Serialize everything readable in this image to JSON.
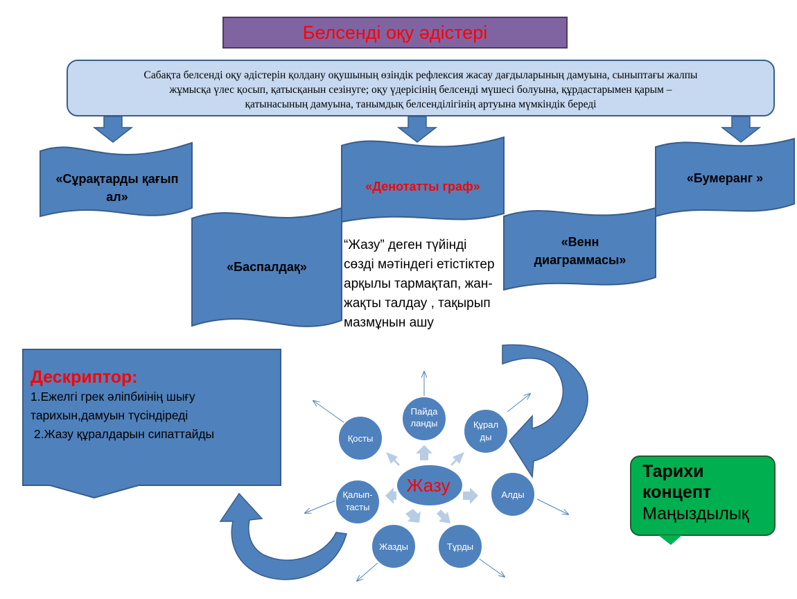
{
  "title": "Белсенді оқу әдістері",
  "intro_lines": [
    "Сабақта белсенді оқу әдістерін қолдану оқушының өзіндік рефлексия жасау дағдыларының дамуына, сыныптағы жалпы",
    "жұмысқа үлес қосып, қатысқанын сезінуге; оқу үдерісінің белсенді мүшесі болуына, құрдастарымен қарым –",
    "қатынасының дамуына, танымдық белсенділігінің артуына мүмкіндік береді"
  ],
  "methods": {
    "questions": [
      "«Сұрақтарды қағып",
      "ал»"
    ],
    "ladder": "«Баспалдақ»",
    "denotat": "«Денотатты граф»",
    "venn": [
      "«Венн",
      "диаграммасы»"
    ],
    "boomerang": "«Бумеранг »"
  },
  "denotat_desc": "“Жазу” деген түйінді сөзді мәтіндегі етістіктер арқылы тармақтап, жан-жақты талдау , тақырып мазмұнын ашу",
  "descriptor": {
    "title": "Дескриптор:",
    "items": [
      "1.Ежелгі грек әліпбиінің шығу",
      "тарихын,дамуын түсіндіреді",
      " 2.Жазу құралдарын сипаттайды"
    ]
  },
  "diagram": {
    "center": "Жазу",
    "nodes": {
      "paid": [
        "Пайда",
        "ланды"
      ],
      "qural": [
        "Құрал",
        "ды"
      ],
      "qosty": [
        "Қосты"
      ],
      "aldy": [
        "Алды"
      ],
      "qalyp": [
        "Қалып-",
        "тасты"
      ],
      "jazdy": [
        "Жазды"
      ],
      "turdy": [
        "Тұрды"
      ]
    }
  },
  "concept": {
    "title_lines": [
      "Тарихи",
      "концепт"
    ],
    "subtitle": "Маңыздылық"
  },
  "colors": {
    "banner_fill": "#4f81bd",
    "banner_stroke": "#385d8a",
    "title_fill": "#8064a2",
    "title_text": "#ff0000",
    "intro_fill": "#c6d9f1",
    "concept_fill": "#00b050",
    "node_fill": "#4f81bd",
    "arrow_light": "#b8cce4"
  }
}
